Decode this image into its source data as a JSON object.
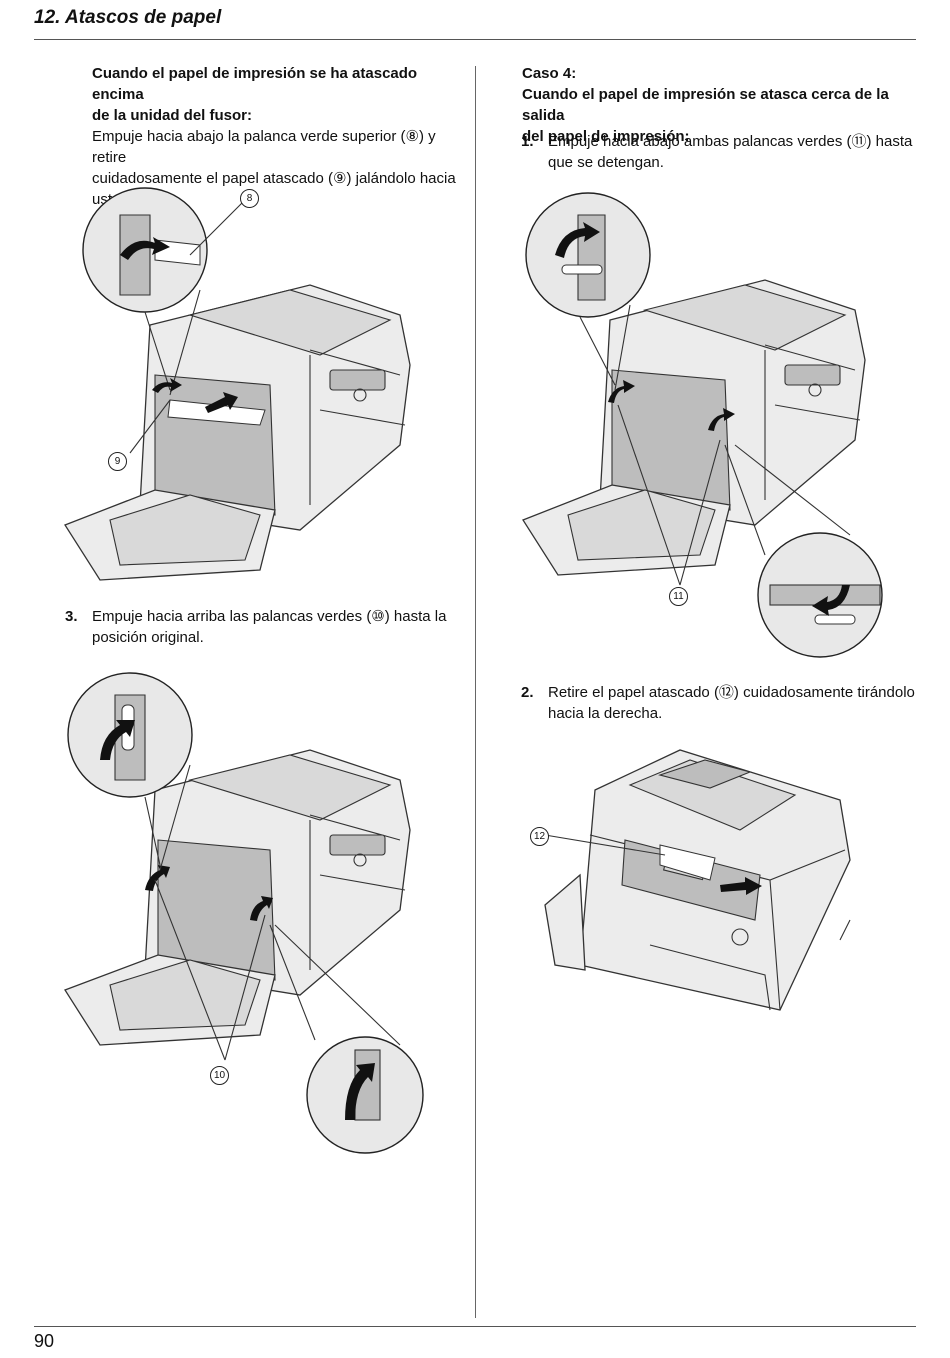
{
  "header": {
    "title": "12. Atascos de papel"
  },
  "footer": {
    "page_number": "90"
  },
  "left": {
    "fuser": {
      "heading_line1": "Cuando el papel de impresión se ha atascado encima",
      "heading_line2": "de la unidad del fusor:",
      "body_line1": "Empuje hacia abajo la palanca verde superior (⑧) y retire",
      "body_line2": "cuidadosamente el papel atascado (⑨) jalándolo hacia",
      "body_line3": "usted."
    },
    "step3": {
      "number": "3.",
      "line1": "Empuje hacia arriba las palancas verdes (⑩) hasta la",
      "line2": "posición original."
    }
  },
  "right": {
    "case4": {
      "title": "Caso 4:",
      "heading_line1": "Cuando el papel de impresión se atasca cerca de la salida",
      "heading_line2": "del papel de impresión:"
    },
    "step1": {
      "number": "1.",
      "line1": "Empuje hacia abajo ambas palancas verdes (⑪) hasta",
      "line2": "que se detengan."
    },
    "step2": {
      "number": "2.",
      "line1": "Retire el papel atascado (⑫) cuidadosamente tirándolo",
      "line2": "hacia la derecha."
    }
  },
  "callouts": {
    "c8": "8",
    "c9": "9",
    "c10": "10",
    "c11": "11",
    "c12": "12"
  }
}
